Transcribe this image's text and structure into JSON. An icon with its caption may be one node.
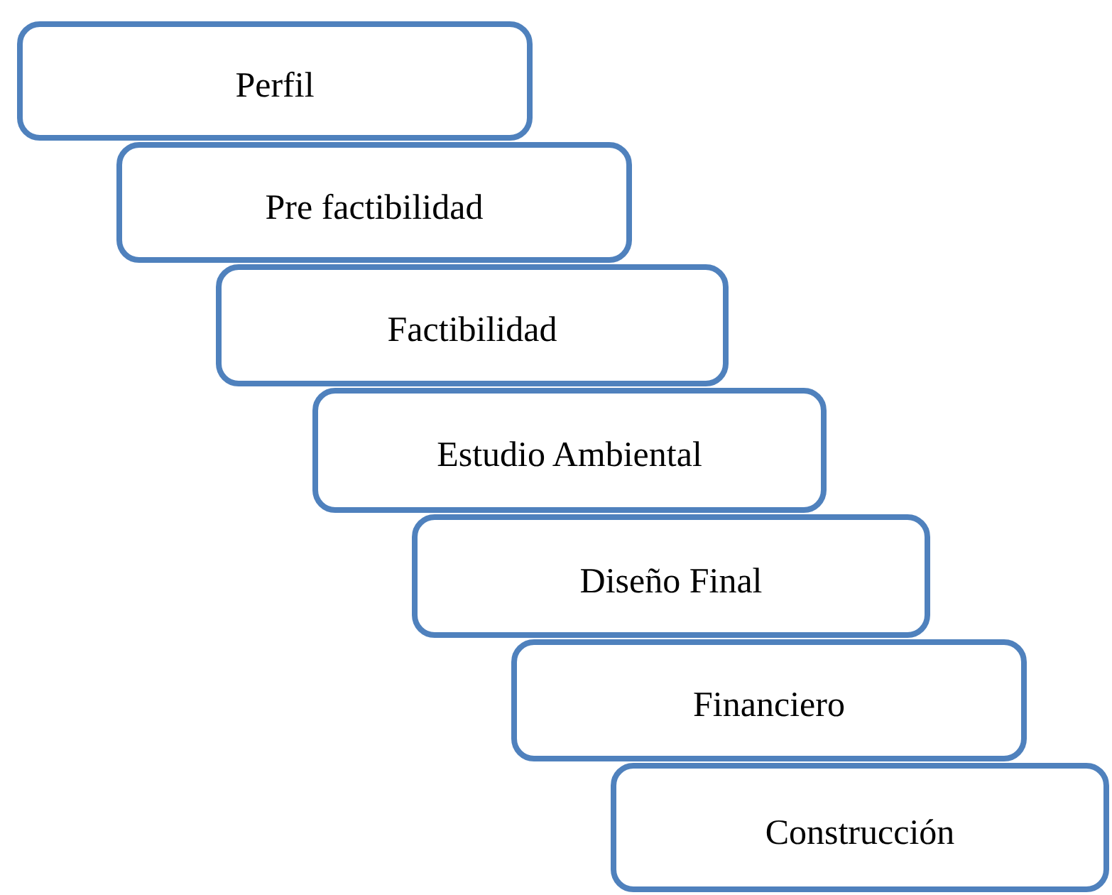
{
  "diagram": {
    "nodes": [
      {
        "text": [
          "Perfil"
        ]
      },
      {
        "text": [
          "Pre factibilidad"
        ]
      },
      {
        "text": [
          "Factibilidad"
        ]
      },
      {
        "text": [
          "Estudio Ambiental"
        ]
      },
      {
        "text": [
          "Diseño Final"
        ]
      },
      {
        "text": [
          "Financiero"
        ]
      },
      {
        "text": [
          "Construcción"
        ]
      }
    ]
  }
}
